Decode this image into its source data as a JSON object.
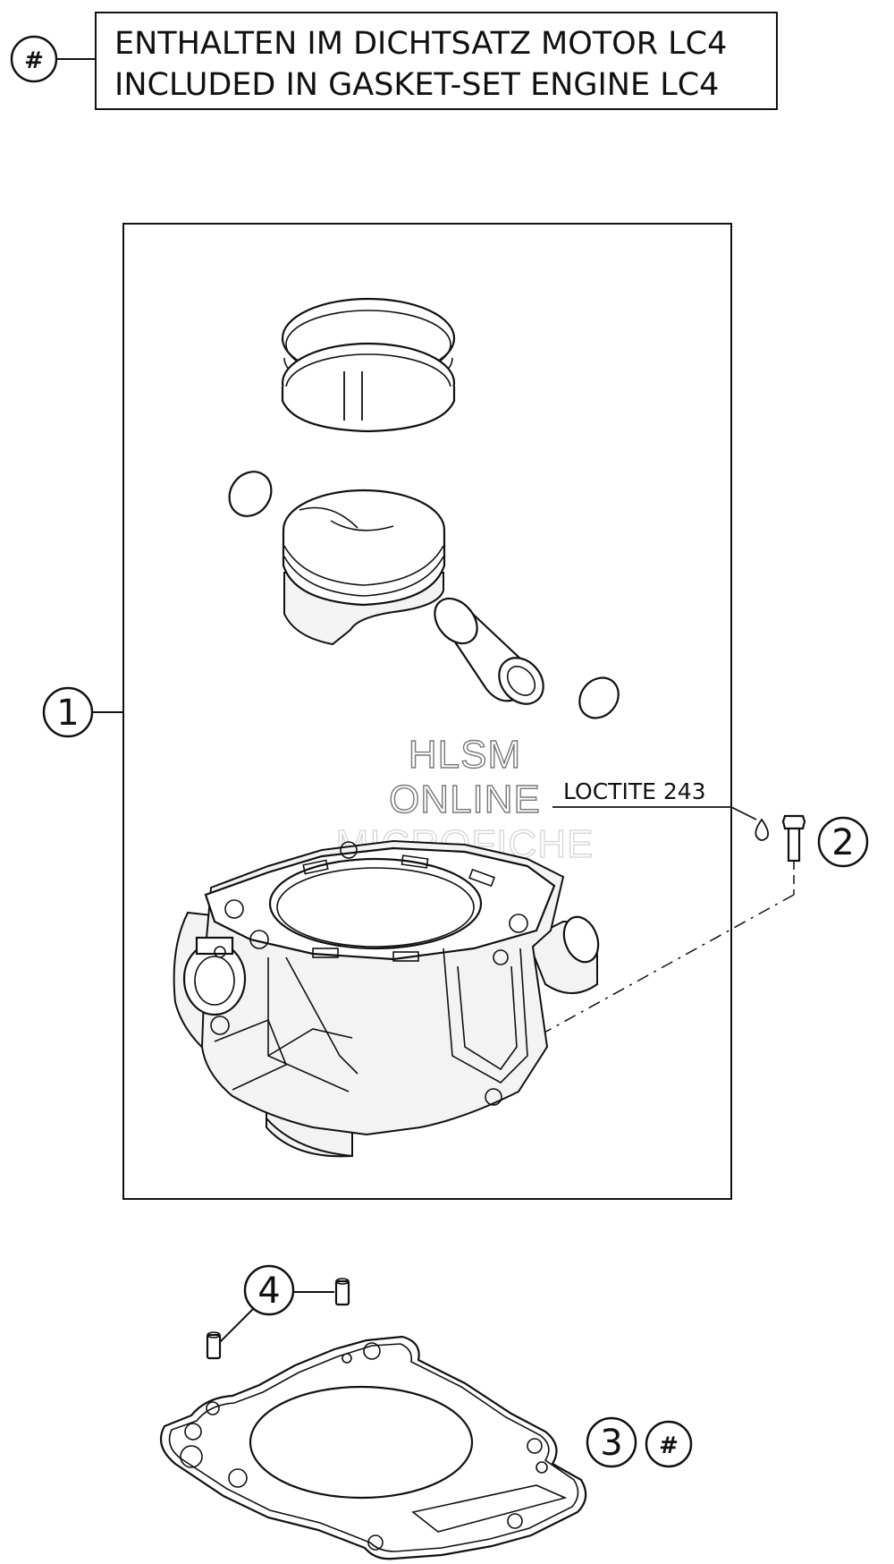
{
  "legend": {
    "symbol": "#",
    "line1": "ENTHALTEN IM DICHTSATZ MOTOR LC4",
    "line2": "INCLUDED IN GASKET-SET ENGINE LC4"
  },
  "callouts": [
    {
      "id": "1",
      "label": "1"
    },
    {
      "id": "2",
      "label": "2"
    },
    {
      "id": "3",
      "label": "3",
      "symbol": "#"
    },
    {
      "id": "4",
      "label": "4"
    }
  ],
  "note": "LOCTITE 243",
  "watermark": {
    "line1": "HLSM",
    "line2": "ONLINE",
    "line3": "MICROFICHE"
  }
}
